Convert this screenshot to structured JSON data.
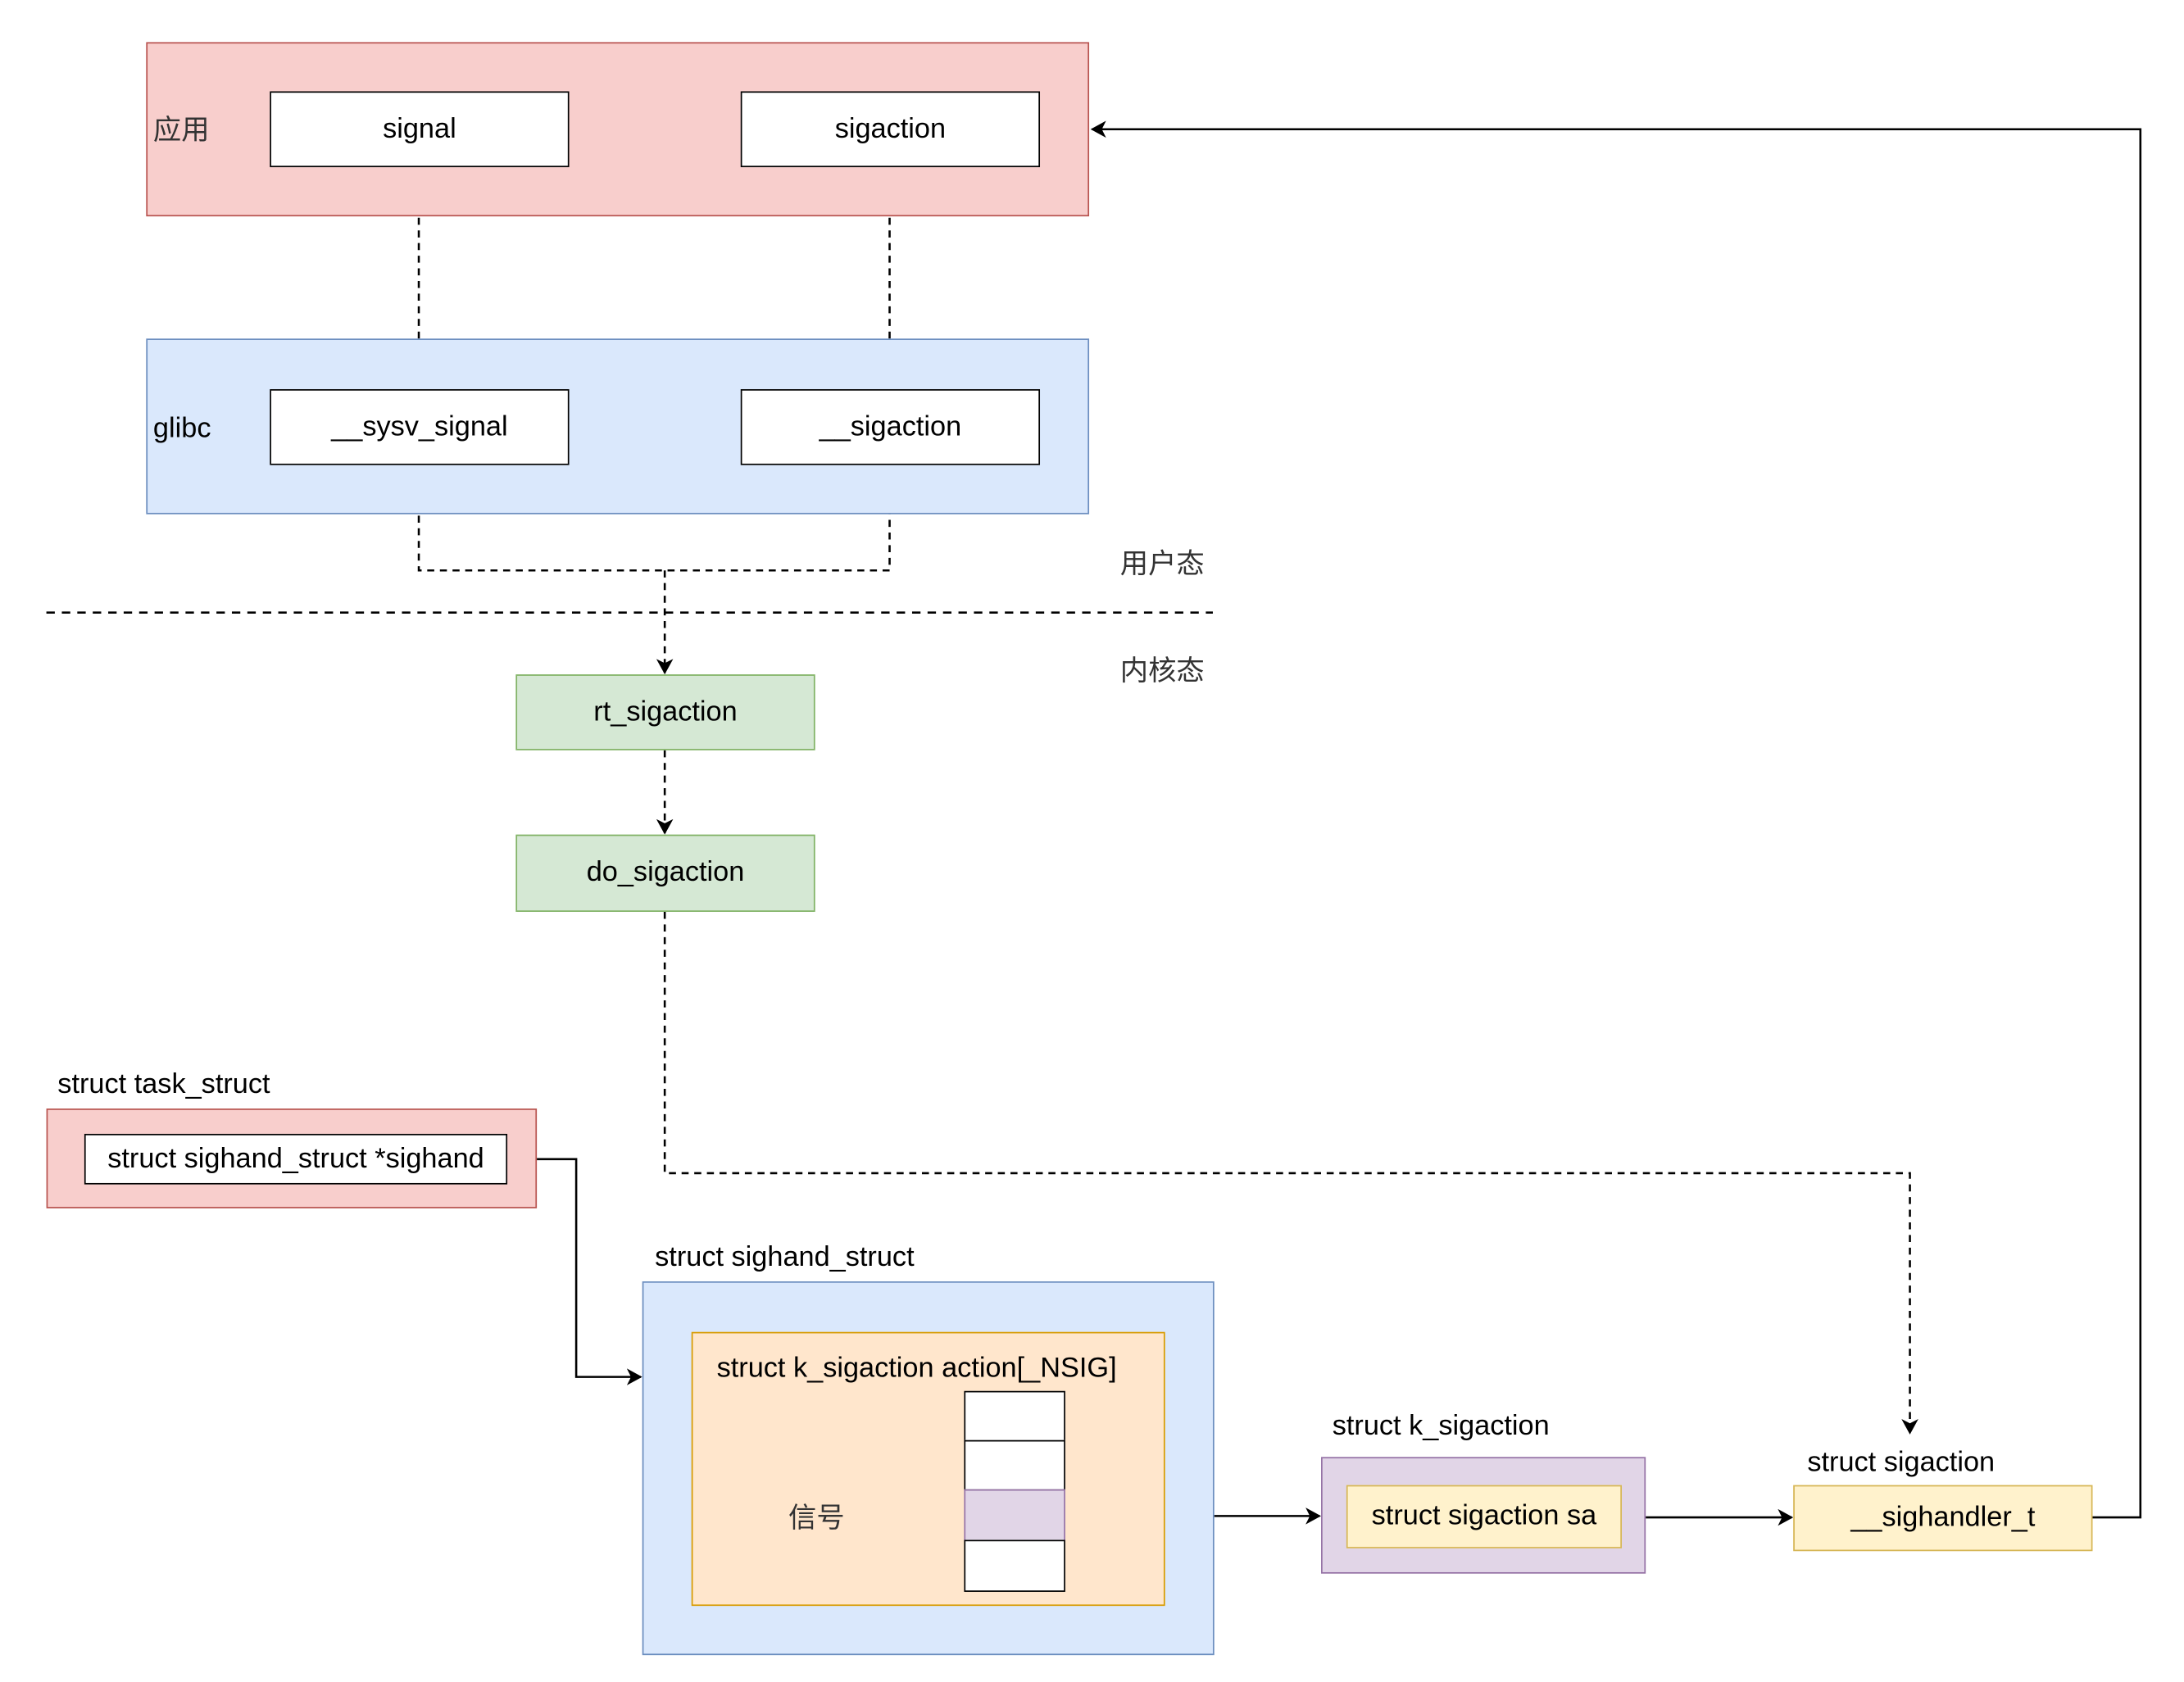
{
  "layers": {
    "app": {
      "label": "应用",
      "nodes": [
        "signal",
        "sigaction"
      ]
    },
    "glibc": {
      "label": "glibc",
      "nodes": [
        "__sysv_signal",
        "__sigaction"
      ]
    },
    "boundary": {
      "user_mode": "用户态",
      "kernel_mode": "内核态"
    },
    "kernel": {
      "nodes": [
        "rt_sigaction",
        "do_sigaction"
      ]
    }
  },
  "structs": {
    "task_struct": {
      "title": "struct task_struct",
      "field": "struct sighand_struct *sighand"
    },
    "sighand_struct": {
      "title": "struct sighand_struct",
      "action_array": "struct k_sigaction action[_NSIG]",
      "signal_label": "信号"
    },
    "k_sigaction": {
      "title": "struct k_sigaction",
      "field": "struct sigaction sa"
    },
    "sigaction": {
      "title": "struct sigaction",
      "field": "__sighandler_t"
    }
  },
  "colors": {
    "red_fill": "#f8cecc",
    "blue_fill": "#dae8fc",
    "green_fill": "#d5e8d4",
    "orange_fill": "#ffe6cc",
    "yellow_fill": "#fff2cc",
    "purple_fill": "#e1d5e7"
  }
}
